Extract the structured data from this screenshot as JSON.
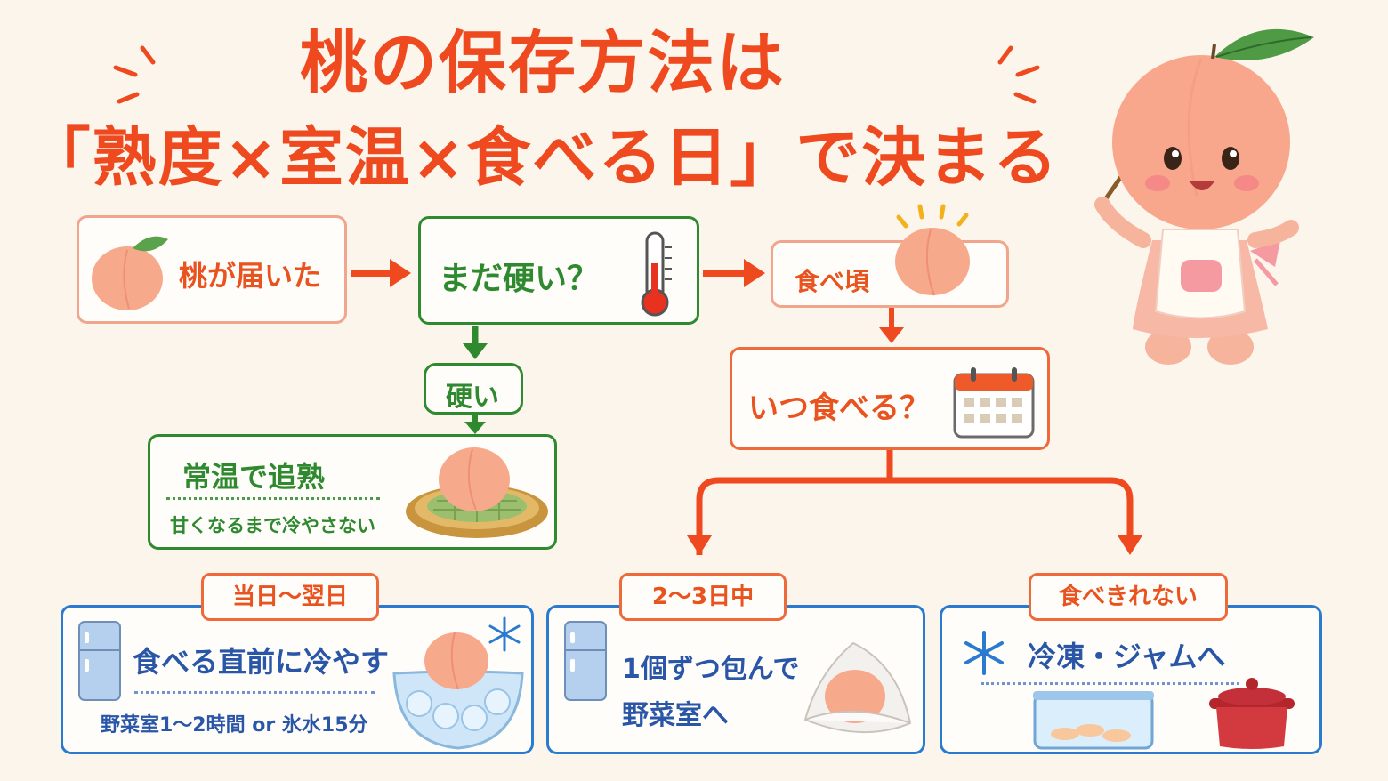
{
  "title": {
    "line1": "桃の保存方法は",
    "line2": "「熟度×室温×食べる日」で決まる"
  },
  "flow": {
    "arrived": "桃が届いた",
    "still_hard": "まだ硬い？",
    "hard_label": "硬い",
    "room_temp_title": "常温で追熟",
    "room_temp_note": "甘くなるまで冷やさない",
    "ripe": "食べ頃",
    "when_eat": "いつ食べる？"
  },
  "cards": {
    "today": {
      "tag": "当日〜翌日",
      "title": "食べる直前に冷やす",
      "note": "野菜室1〜2時間 or 氷水15分"
    },
    "days": {
      "tag": "2〜3日中",
      "line1": "1個ずつ包んで",
      "line2": "野菜室へ"
    },
    "cannot": {
      "tag": "食べきれない",
      "title": "冷凍・ジャムへ"
    }
  },
  "colors": {
    "orange": "#ef4a1f",
    "green": "#2f8a2f",
    "blue": "#2a7bd0",
    "peach": "#f7a98c",
    "background": "#fbf5ec"
  },
  "icons": [
    "peach-icon",
    "thermometer-icon",
    "calendar-icon",
    "fridge-icon",
    "snowflake-icon",
    "ice-bowl-icon",
    "wrapped-peach-icon",
    "container-icon",
    "jam-pot-icon",
    "mascot-peach"
  ]
}
